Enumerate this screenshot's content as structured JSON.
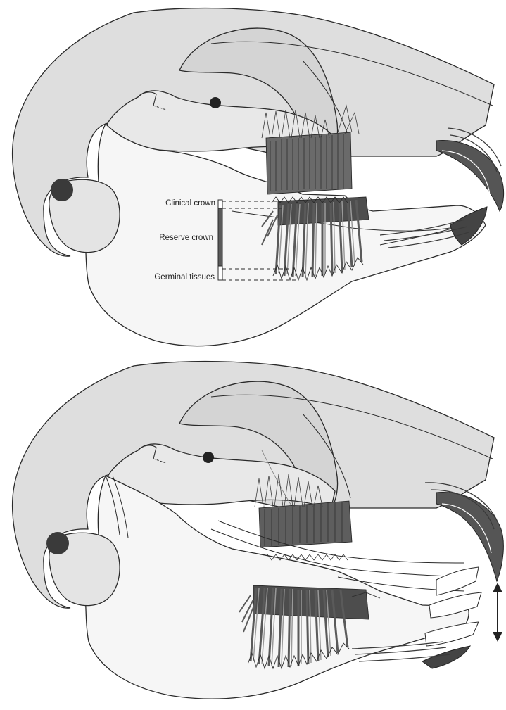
{
  "diagram": {
    "labels": {
      "clinical_crown": "Clinical crown",
      "reserve_crown": "Reserve crown",
      "germinal_tissues": "Germinal tissues"
    },
    "colors": {
      "paper": "#ffffff",
      "skull_fill": "#dedede",
      "mandible_fill": "#f6f6f6",
      "ink": "#2a2a2a",
      "tooth_dark": "#555555",
      "tooth_mid": "#8a8a8a"
    },
    "arrow_icon": "double-headed-vertical-arrow"
  }
}
